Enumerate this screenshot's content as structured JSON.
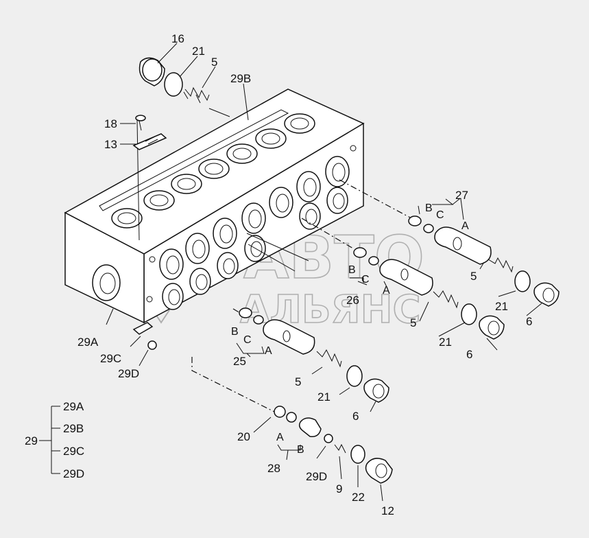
{
  "watermark": {
    "line1": "АВТО",
    "line2": "АЛЬЯНС"
  },
  "callouts": {
    "c16": "16",
    "c21a": "21",
    "c5a": "5",
    "c29B": "29B",
    "c18": "18",
    "c13": "13",
    "c27": "27",
    "c27B": "B",
    "c27C": "C",
    "c27A": "A",
    "c26B": "B",
    "c26C": "C",
    "c26A": "A",
    "c26": "26",
    "c5b": "5",
    "c21b": "21",
    "c6a": "6",
    "c5c": "5",
    "c21c": "21",
    "c6b": "6",
    "c29A": "29A",
    "c29C": "29C",
    "c29D": "29D",
    "c25B": "B",
    "c25C": "C",
    "c25A": "A",
    "c25": "25",
    "c5d": "5",
    "c21d": "21",
    "c6c": "6",
    "c20": "20",
    "c28A": "A",
    "c28B": "B",
    "c28": "28",
    "c29Db": "29D",
    "c9": "9",
    "c22": "22",
    "c12": "12"
  },
  "legend": {
    "root": "29",
    "items": [
      "29A",
      "29B",
      "29C",
      "29D"
    ]
  }
}
